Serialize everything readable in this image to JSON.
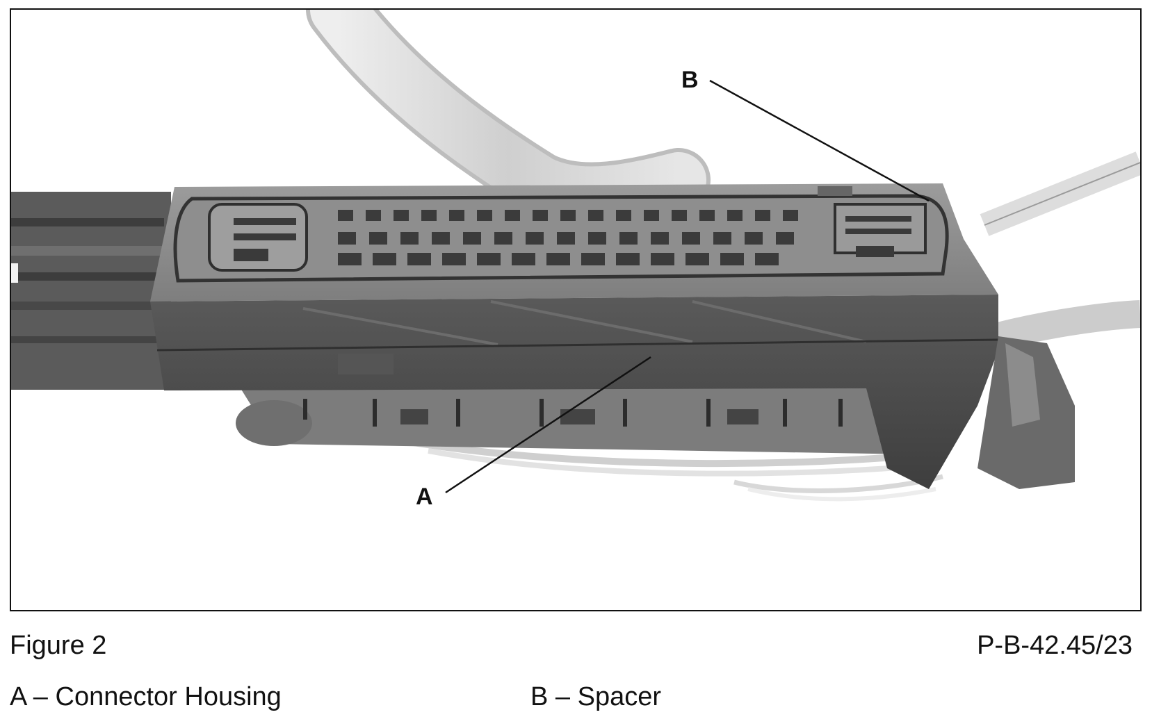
{
  "figure": {
    "title": "Figure 2",
    "code": "P-B-42.45/23"
  },
  "callouts": {
    "a": "A",
    "b": "B"
  },
  "legend": {
    "a": "A – Connector Housing",
    "b": "B – Spacer"
  },
  "colors": {
    "housing_dark": "#4a4a4a",
    "housing_mid": "#7a7a7a",
    "housing_light": "#a8a8a8",
    "cable": "#d4d4d4"
  }
}
